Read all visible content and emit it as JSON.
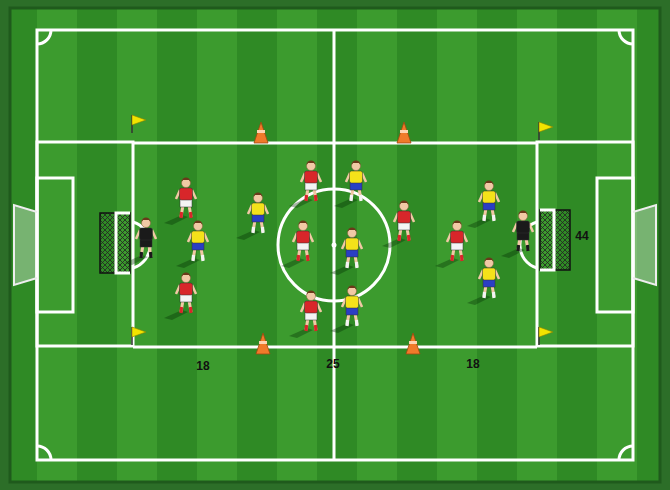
{
  "diagram": {
    "labels": [
      "18",
      "25",
      "18",
      "44"
    ]
  }
}
